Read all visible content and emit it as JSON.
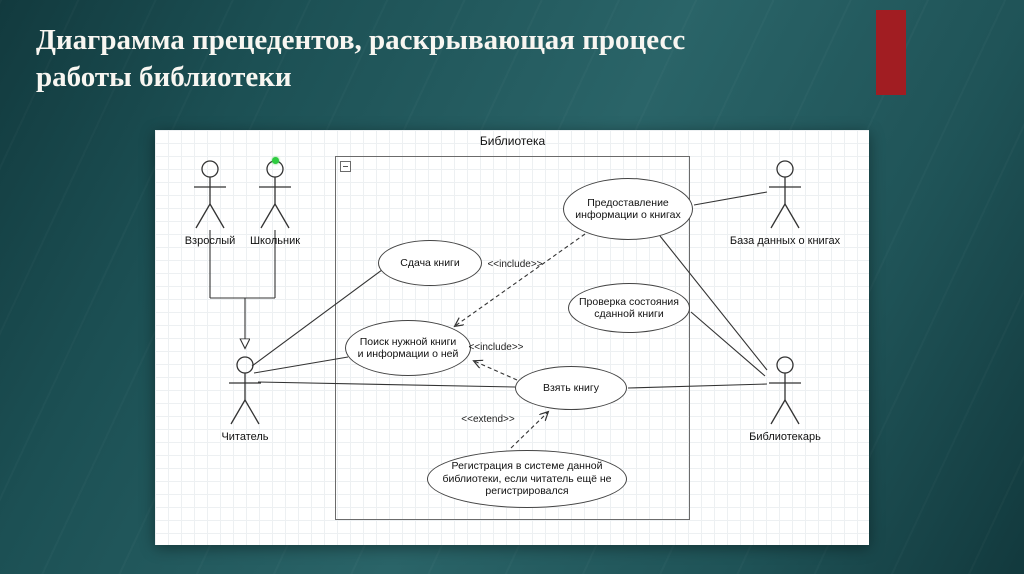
{
  "slide": {
    "title": "Диаграмма прецедентов, раскрывающая процесс работы библиотеки"
  },
  "diagram": {
    "system_label": "Библиотека",
    "actors": [
      {
        "label": "Взрослый"
      },
      {
        "label": "Школьник"
      },
      {
        "label": "Читатель"
      },
      {
        "label": "База данных о книгах"
      },
      {
        "label": "Библиотекарь"
      }
    ],
    "use_cases": [
      {
        "label": "Предоставление информации о книгах"
      },
      {
        "label": "Сдача книги"
      },
      {
        "label": "Проверка состояния сданной книги"
      },
      {
        "label": "Поиск нужной книги и информации о ней"
      },
      {
        "label": "Взять книгу"
      },
      {
        "label": "Регистрация в системе данной библиотеки, если читатель ещё не регистрировался"
      }
    ],
    "stereotypes": [
      {
        "label": "<<include>>"
      },
      {
        "label": "<<include>>"
      },
      {
        "label": "<<extend>>"
      }
    ]
  },
  "colors": {
    "background_teal": "#235c60",
    "accent_red": "#a11d22",
    "selection_green": "#2ecc40",
    "ink": "#333333"
  }
}
